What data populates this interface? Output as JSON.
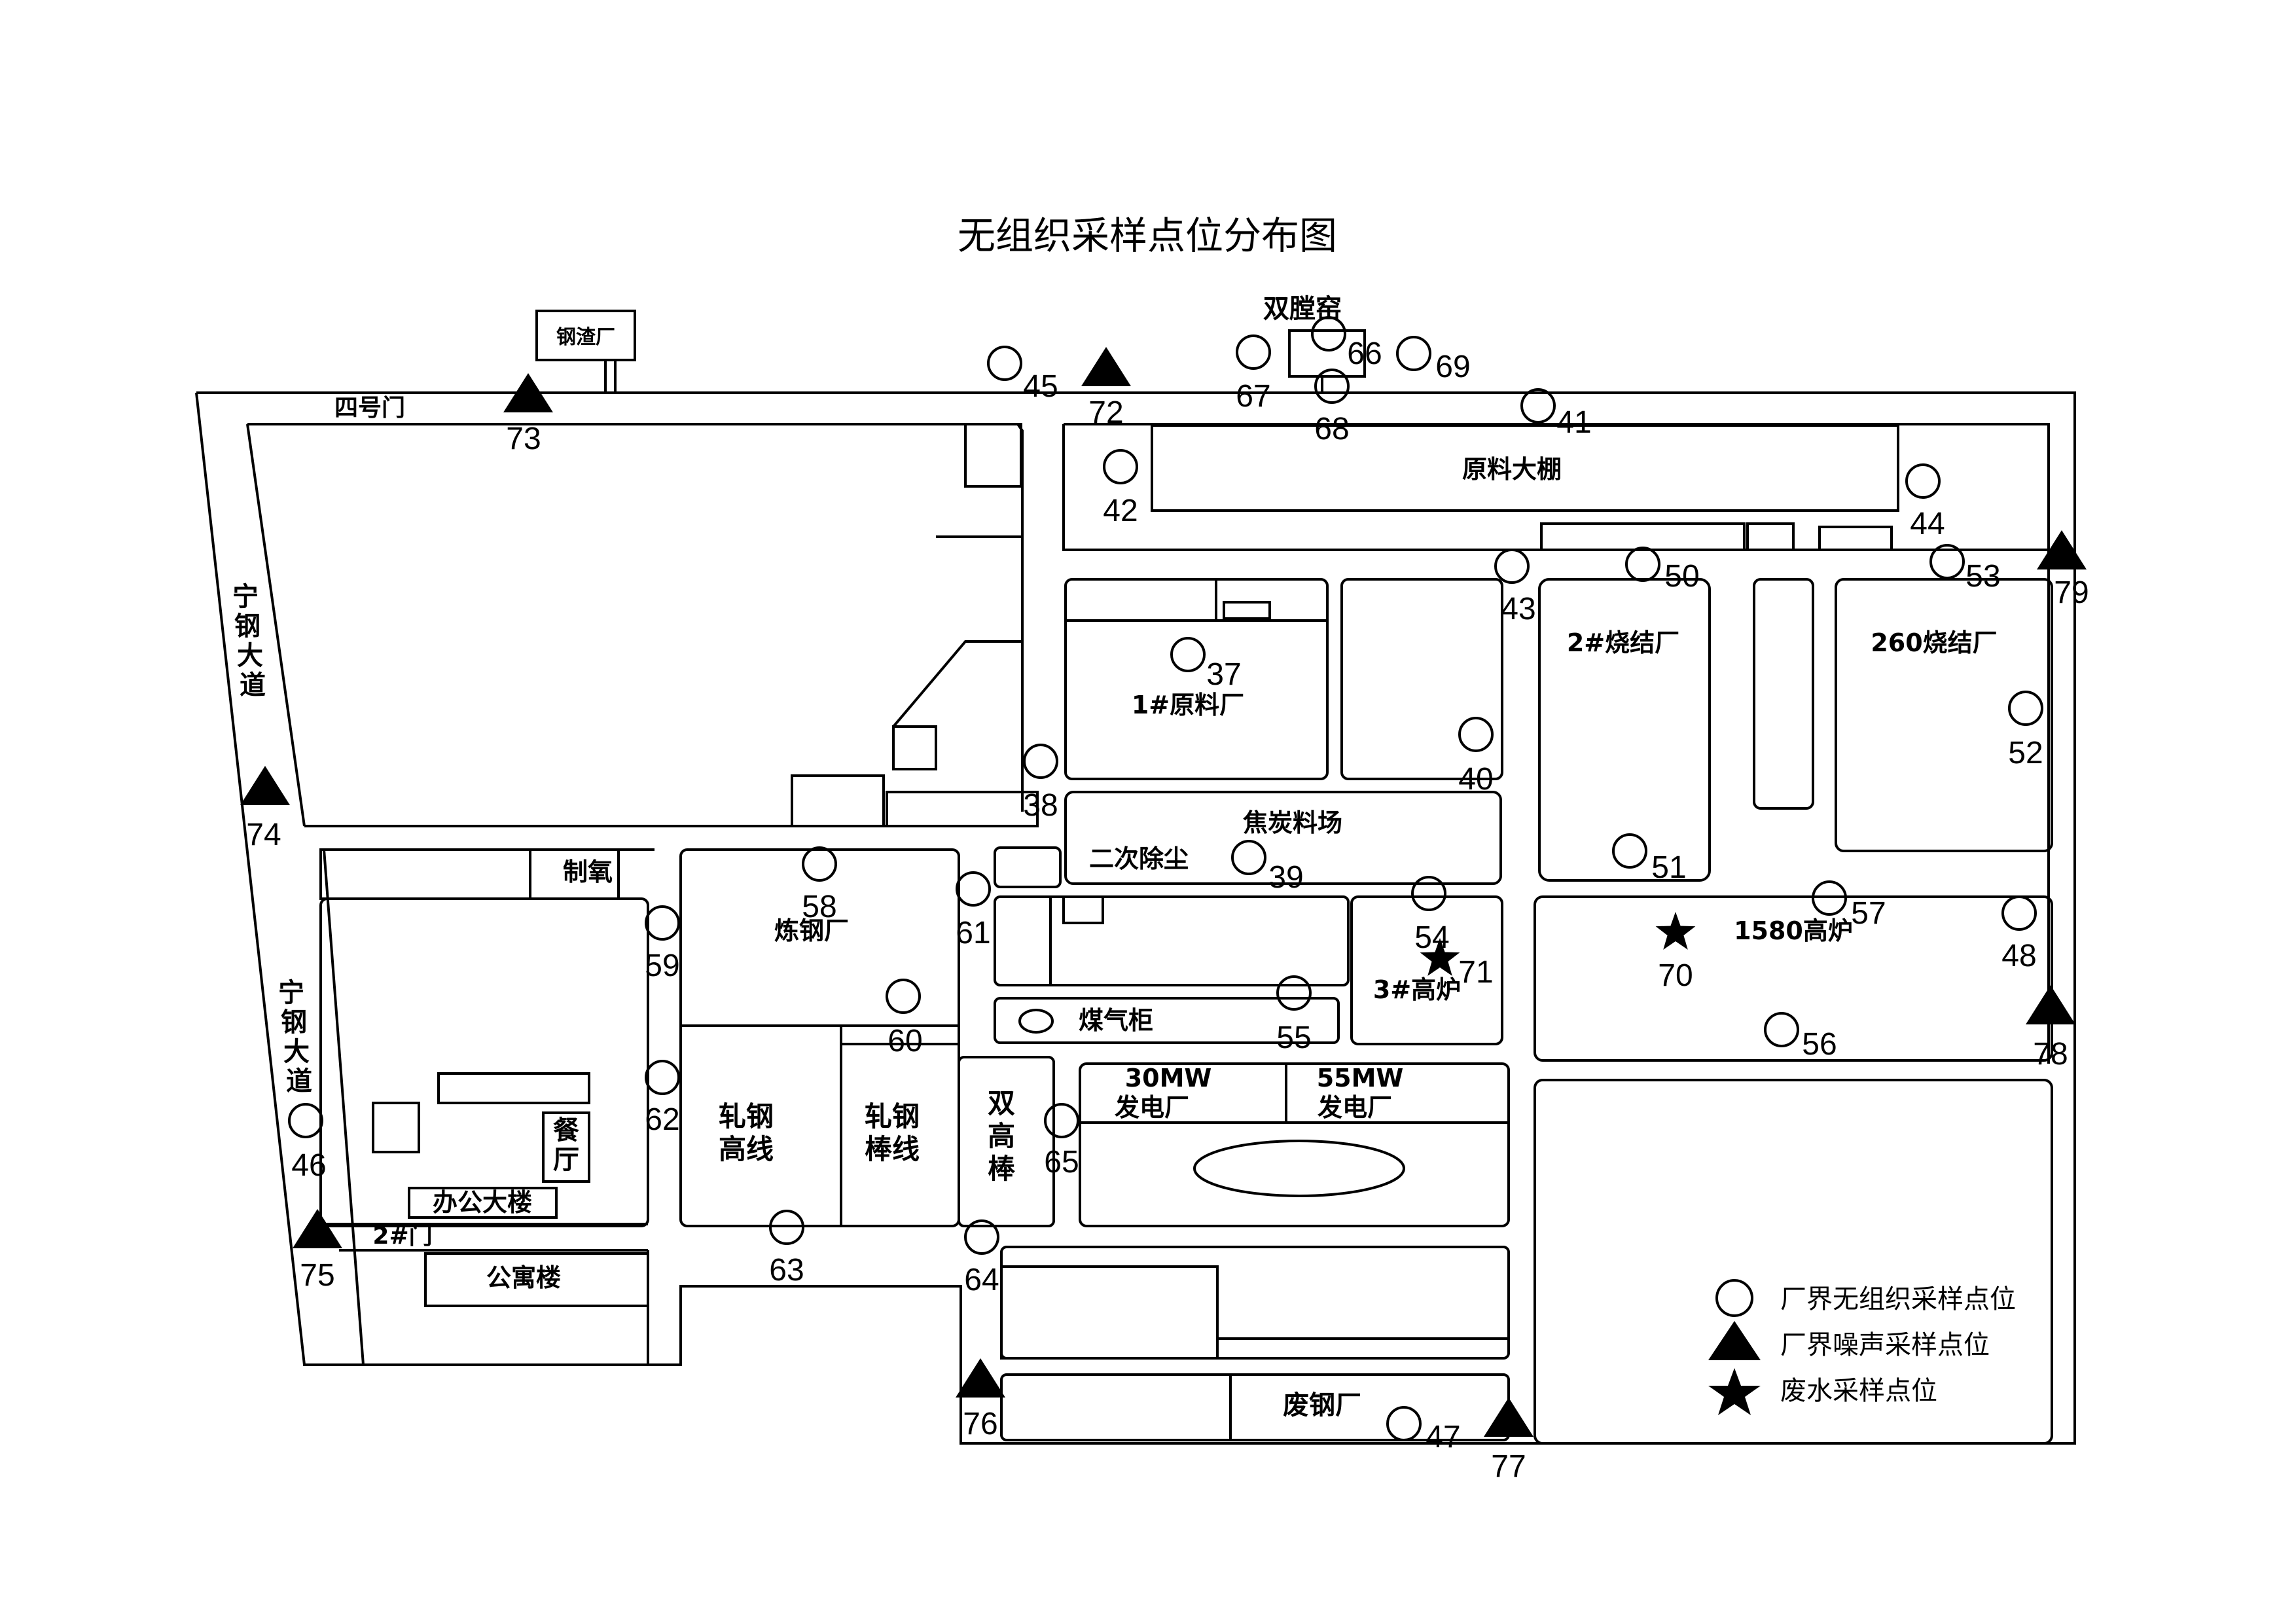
{
  "title": "无组织采样点位分布图",
  "labels": {
    "gangzha": "钢渣厂",
    "shuangtangyao": "双膛窑",
    "gate4": "四号门",
    "yuanliao_dapeng": "原料大棚",
    "ningang_1": [
      "宁",
      "钢",
      "大",
      "道"
    ],
    "ningang_2": [
      "宁",
      "钢",
      "大",
      "道"
    ],
    "shaojie2": "2#烧结厂",
    "shaojie260": "260烧结厂",
    "yuanliao1": "1#原料厂",
    "jiaotan": "焦炭料场",
    "ercichuchen": "二次除尘",
    "zhiyang": "制氧",
    "liangang": "炼钢厂",
    "gaolu1580": "1580高炉",
    "gaolu3": "3#高炉",
    "meiqigui": "煤气柜",
    "power30": [
      "30MW",
      "发电厂"
    ],
    "power55": [
      "55MW",
      "发电厂"
    ],
    "zhagang_gaoxian": [
      "轧钢",
      "高线"
    ],
    "zhagang_bangxian": [
      "轧钢",
      "棒线"
    ],
    "shuanggaobang": [
      "双",
      "高",
      "棒"
    ],
    "canting": [
      "餐",
      "厅"
    ],
    "bangong": "办公大楼",
    "gate2": "2#门",
    "gongyu": "公寓楼",
    "feigang": "废钢厂"
  },
  "points": {
    "circles": [
      "45",
      "66",
      "67",
      "68",
      "69",
      "41",
      "42",
      "44",
      "43",
      "50",
      "53",
      "37",
      "40",
      "38",
      "52",
      "51",
      "58",
      "39",
      "61",
      "54",
      "57",
      "59",
      "48",
      "60",
      "55",
      "56",
      "62",
      "46",
      "65",
      "63",
      "64",
      "47"
    ],
    "triangles": [
      "72",
      "73",
      "79",
      "74",
      "78",
      "75",
      "76",
      "77"
    ],
    "stars": [
      "70",
      "71"
    ]
  },
  "legend": {
    "circle": "厂界无组织采样点位",
    "triangle": "厂界噪声采样点位",
    "star": "废水采样点位"
  }
}
